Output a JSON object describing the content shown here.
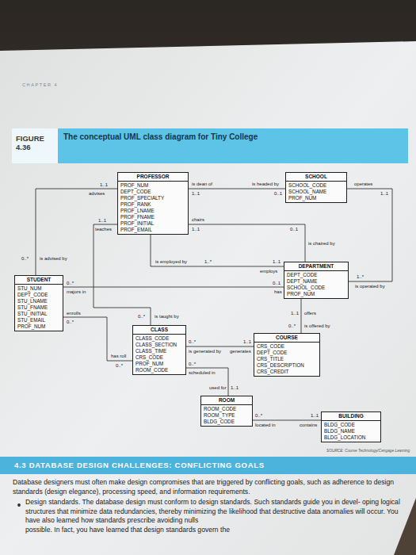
{
  "diagram": {
    "title": "The conceptual UML class diagram for Tiny College",
    "nodes": [
      {
        "text": [
          "PROFESSOR",
          "PROF_NUM DEPT_CODE PROF_SPECIALTY PROF_RANK PROF_LNAME PROF_FNAME PROF_INITIAL PROF_EMAIL"
        ]
      },
      {
        "text": [
          "SCHOOL",
          "SCHOOL_CODE SCHOOL_NAME PROF_NUM"
        ]
      },
      {
        "text": [
          "DEPARTMENT",
          "DEPT_CODE DEPT_NAME SCHOOL_CODE PROF_NUM"
        ]
      },
      {
        "text": [
          "STUDENT",
          "STU_NUM DEPT_CODE STU_LNAME STU_FNAME STU_INITIAL STU_EMAIL PROF_NUM"
        ]
      },
      {
        "text": [
          "CLASS",
          "CLASS_CODE CLASS_SECTION CLASS_TIME CRS_CODE PROF_NUM ROOM_CODE"
        ]
      },
      {
        "text": [
          "COURSE",
          "CRS_CODE DEPT_CODE CRS_TITLE CRS_DESCRIPTION CRS_CREDIT"
        ]
      },
      {
        "text": [
          "ROOM",
          "ROOM_CODE ROOM_TYPE BLDG_CODE"
        ]
      },
      {
        "text": [
          "BUILDING",
          "BLDG_CODE BLDG_NAME BLDG_LOCATION"
        ]
      }
    ],
    "edges": [
      {
        "from": 0,
        "to": 1,
        "label": "is dean of",
        "arrow": "none"
      },
      {
        "from": 0,
        "to": 3,
        "label": "advises",
        "arrow": "none"
      },
      {
        "from": 0,
        "to": 4,
        "label": "teaches",
        "arrow": "none"
      },
      {
        "from": 0,
        "to": 2,
        "label": "chairs",
        "arrow": "none"
      },
      {
        "from": 0,
        "to": 2,
        "label": "is employed by",
        "arrow": "none"
      },
      {
        "from": 1,
        "to": 2,
        "label": "operates",
        "arrow": "none"
      },
      {
        "from": 3,
        "to": 2,
        "label": "majors in",
        "arrow": "none"
      },
      {
        "from": 3,
        "to": 4,
        "label": "enrolls",
        "arrow": "none"
      },
      {
        "from": 2,
        "to": 5,
        "label": "offers",
        "arrow": "none"
      },
      {
        "from": 5,
        "to": 4,
        "label": "generates",
        "arrow": "none"
      },
      {
        "from": 4,
        "to": 6,
        "label": "scheduled in",
        "arrow": "none"
      },
      {
        "from": 6,
        "to": 7,
        "label": "located in",
        "arrow": "none"
      }
    ],
    "labels": [
      "CHAPTER 4",
      "FIGURE 4.36",
      "is headed by",
      "1..1",
      "0..1",
      "1..1",
      "0..*",
      "is advised by",
      "1..1",
      "0..*",
      "is taught by",
      "1..1",
      "0..1",
      "is chaired by",
      "1..*",
      "1..1",
      "employs",
      "1..1",
      "1..*",
      "is operated by",
      "0..*",
      "0..1",
      "has",
      "0..*",
      "0..*",
      "has roll",
      "1..1",
      "0..*",
      "is offered by",
      "1..1",
      "0..*",
      "is generated by",
      "0..*",
      "1..1",
      "used for",
      "0..*",
      "1..1",
      "contains",
      "SOURCE: Course Technology/Cengage Learning",
      "4.3 DATABASE DESIGN CHALLENGES: CONFLICTING GOALS",
      "Database designers must often make design compromises that are triggered by conflicting goals, such as adherence to design standards (design elegance), processing speed, and information requirements.",
      "Design standards. The database design must conform to design standards. Such standards guide you in devel- oping logical structures that minimize data redundancies, thereby minimizing the likelihood that destructive data anomalies will occur. You have also learned how standards prescribe avoiding nulls",
      "possible. In fact, you have learned that design standards govern the"
    ]
  }
}
